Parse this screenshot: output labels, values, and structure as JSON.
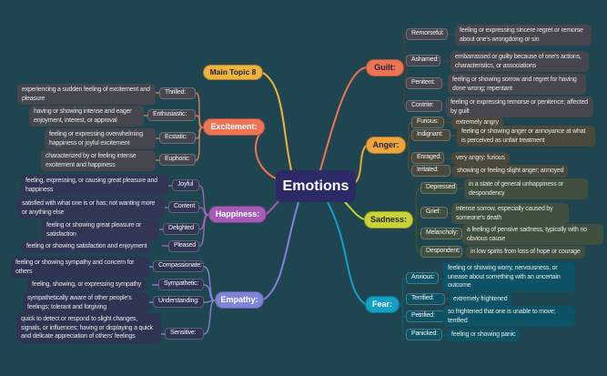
{
  "app": {
    "background_color": "#1F4650"
  },
  "center": {
    "label": "Emotions",
    "color": "#2B2A66"
  },
  "main_topic": {
    "label": "Main Topic 8",
    "color": "#EEB33F"
  },
  "branches": [
    {
      "label": "Guilt:",
      "color": "#ED7453",
      "side": "right",
      "children": [
        {
          "term": "Remorseful:",
          "def": "feeling or expressing sincere regret or remorse about one's wrongdoing or sin"
        },
        {
          "term": "Ashamed:",
          "def": "embarrassed or guilty because of one's actions, characteristics, or associations"
        },
        {
          "term": "Penitent:",
          "def": "feeling or showing sorrow and regret for having done wrong; repentant"
        },
        {
          "term": "Contrite:",
          "def": "feeling or expressing remorse or penitence; affected by guilt"
        }
      ]
    },
    {
      "label": "Anger:",
      "color": "#EFA43C",
      "side": "right",
      "children": [
        {
          "term": "Furious:",
          "def": "extremely angry"
        },
        {
          "term": "Indignant:",
          "def": "feeling or showing anger or annoyance at what is perceived as unfair treatment"
        },
        {
          "term": "Enraged:",
          "def": "very angry; furious"
        },
        {
          "term": "Irritated:",
          "def": "showing or feeling slight anger; annoyed"
        }
      ]
    },
    {
      "label": "Sadness:",
      "color": "#C9D335",
      "side": "right",
      "children": [
        {
          "term": "Depressed",
          "def": "in a state of general unhappiness or despondency"
        },
        {
          "term": "Grief:",
          "def": "intense sorrow, especially caused by someone's death"
        },
        {
          "term": "Melancholy:",
          "def": "a feeling of pensive sadness, typically with no obvious cause"
        },
        {
          "term": "Despondent:",
          "def": "in low spirits from loss of hope or courage"
        }
      ]
    },
    {
      "label": "Fear:",
      "color": "#14A0C4",
      "side": "right",
      "children": [
        {
          "term": "Anxious:",
          "def": "feeling or showing worry, nervousness, or unease about something with an uncertain outcome"
        },
        {
          "term": "Terrified:",
          "def": "extremely frightened"
        },
        {
          "term": "Petrified:",
          "def": "so frightened that one is unable to move; terrified"
        },
        {
          "term": "Panicked:",
          "def": "feeling or showing panic"
        }
      ]
    },
    {
      "label": "Excitement:",
      "color": "#EE7453",
      "side": "left",
      "children": [
        {
          "term": "Thrilled:",
          "def": "experiencing a sudden feeling of excitement and pleasure"
        },
        {
          "term": "Enthusiastic:",
          "def": "having or showing intense and eager enjoyment, interest, or approval"
        },
        {
          "term": "Ecstatic:",
          "def": "feeling or expressing overwhelming happiness or joyful excitement"
        },
        {
          "term": "Euphoric:",
          "def": "characterized by or feeling intense excitement and happiness"
        }
      ]
    },
    {
      "label": "Happiness:",
      "color": "#A55CB5",
      "side": "left",
      "children": [
        {
          "term": "Joyful",
          "def": "feeling, expressing, or causing great pleasure and happiness"
        },
        {
          "term": "Content",
          "def": "satisfied with what one is or has; not wanting more or anything else"
        },
        {
          "term": "Delighted",
          "def": "feeling or showing great pleasure or satisfaction"
        },
        {
          "term": "Pleased",
          "def": "feeling or showing satisfaction and enjoyment"
        }
      ]
    },
    {
      "label": "Empathy:",
      "color": "#7F84D9",
      "side": "left",
      "children": [
        {
          "term": "Compassionate:",
          "def": "feeling or showing sympathy and concern for others"
        },
        {
          "term": "Sympathetic:",
          "def": "feeling, showing, or expressing sympathy"
        },
        {
          "term": "Understanding:",
          "def": "sympathetically aware of other people's feelings; tolerant and forgiving"
        },
        {
          "term": "Sensitive:",
          "def": "quick to detect or respond to slight changes, signals, or influences; having or displaying a quick and delicate appreciation of others' feelings"
        }
      ]
    }
  ]
}
